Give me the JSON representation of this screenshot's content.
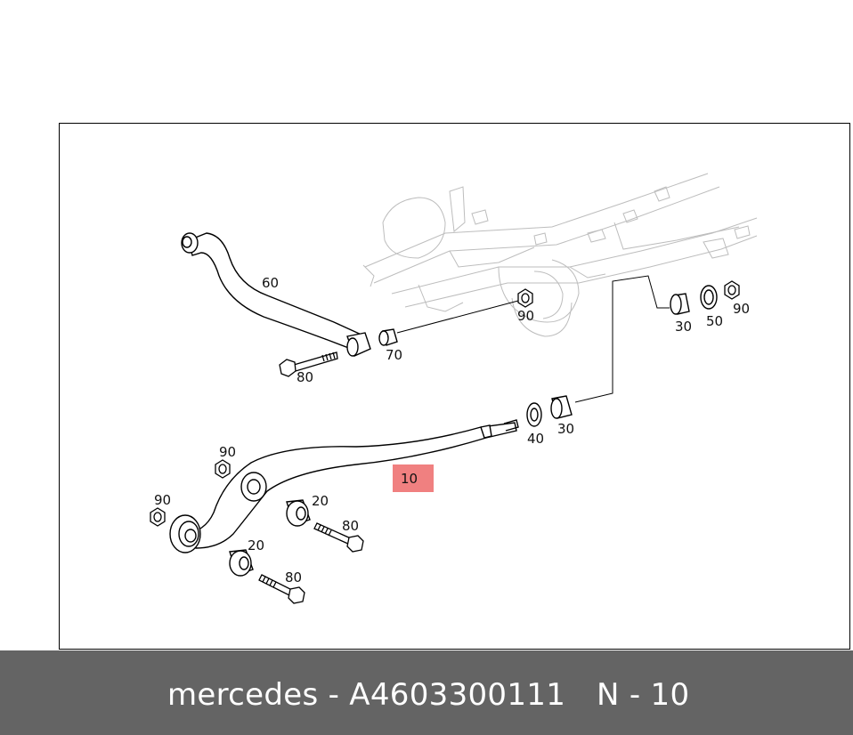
{
  "diagram": {
    "callouts": {
      "c60": "60",
      "c70": "70",
      "c80a": "80",
      "c90a": "90",
      "c30a": "30",
      "c50": "50",
      "c90b": "90",
      "c40": "40",
      "c30b": "30",
      "c90c": "90",
      "c90d": "90",
      "c20a": "20",
      "c80b": "80",
      "c20b": "20",
      "c80c": "80",
      "c10": "10"
    },
    "highlight_color": "#f08080"
  },
  "footer": {
    "part_text": "mercedes - A4603300111",
    "ref_text": "N - 10",
    "background": "#646464"
  }
}
